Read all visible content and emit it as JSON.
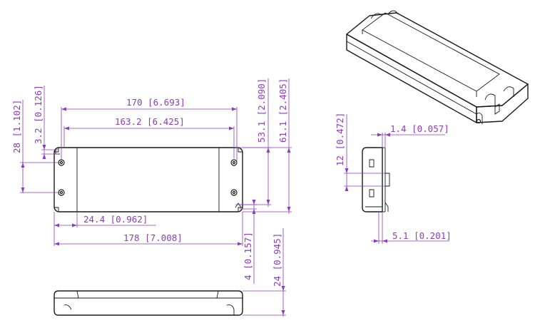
{
  "drawing": {
    "top_view": {
      "overall_length": "170 [6.693]",
      "inner_length": "163.2 [6.425]",
      "mount_hole_offset": "24.4 [0.962]",
      "total_length": "178 [7.008]",
      "hole_diameter": "3.2 [0.126]",
      "overall_width_left": "28 [1.102]",
      "inner_width": "53.1 [2.090]",
      "overall_width": "61.1 [2.405]",
      "offset": "4 [0.157]"
    },
    "side_view": {
      "height": "24 [0.945]"
    },
    "end_view": {
      "clip_thickness": "1.4 [0.057]",
      "slot_width": "12 [0.472]",
      "flange_depth": "5.1 [0.201]"
    }
  },
  "colors": {
    "outline": "#1a1a1a",
    "dimension": "#8a3dbd"
  }
}
